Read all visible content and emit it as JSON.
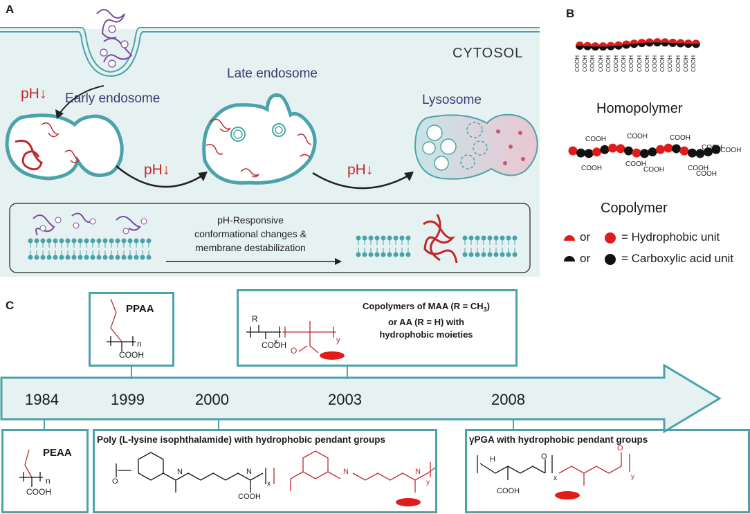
{
  "panels": {
    "a": "A",
    "b": "B",
    "c": "C"
  },
  "panel_a": {
    "cytosol": "CYTOSOL",
    "early_endosome": "Early endosome",
    "late_endosome": "Late endosome",
    "lysosome": "Lysosome",
    "ph_label": "pH↓",
    "mechanism_line1": "pH-Responsive",
    "mechanism_line2": "conformational changes &",
    "mechanism_line3": "membrane destabilization"
  },
  "panel_b": {
    "homopolymer": "Homopolymer",
    "copolymer": "Copolymer",
    "cooh": "COOH",
    "or": "or",
    "hydrophobic_unit": "= Hydrophobic unit",
    "carboxylic_unit": "= Carboxylic acid unit"
  },
  "timeline": {
    "years": [
      "1984",
      "1999",
      "2000",
      "2003",
      "2008"
    ],
    "ppaa": "PPAA",
    "peaa": "PEAA",
    "copolymers_line1": "Copolymers of MAA (R = CH",
    "copolymers_sub": "3",
    "copolymers_line1_end": ")",
    "copolymers_line2": "or AA (R = H) with",
    "copolymers_line3": "hydrophobic moieties",
    "poly_lysine": "Poly (L-lysine isophthalamide) with hydrophobic pendant groups",
    "gpga": "γPGA with hydrophobic pendant groups",
    "chem": {
      "cooh": "COOH",
      "n": "n",
      "x": "x",
      "y": "y",
      "r": "R",
      "o": "O",
      "h": "H",
      "n_atom": "N"
    }
  },
  "colors": {
    "teal": "#4aa3a8",
    "red": "#c0272d",
    "purple": "#7a4a9a",
    "panel_bg": "#e6f1f2",
    "navy": "#3a3a70"
  }
}
